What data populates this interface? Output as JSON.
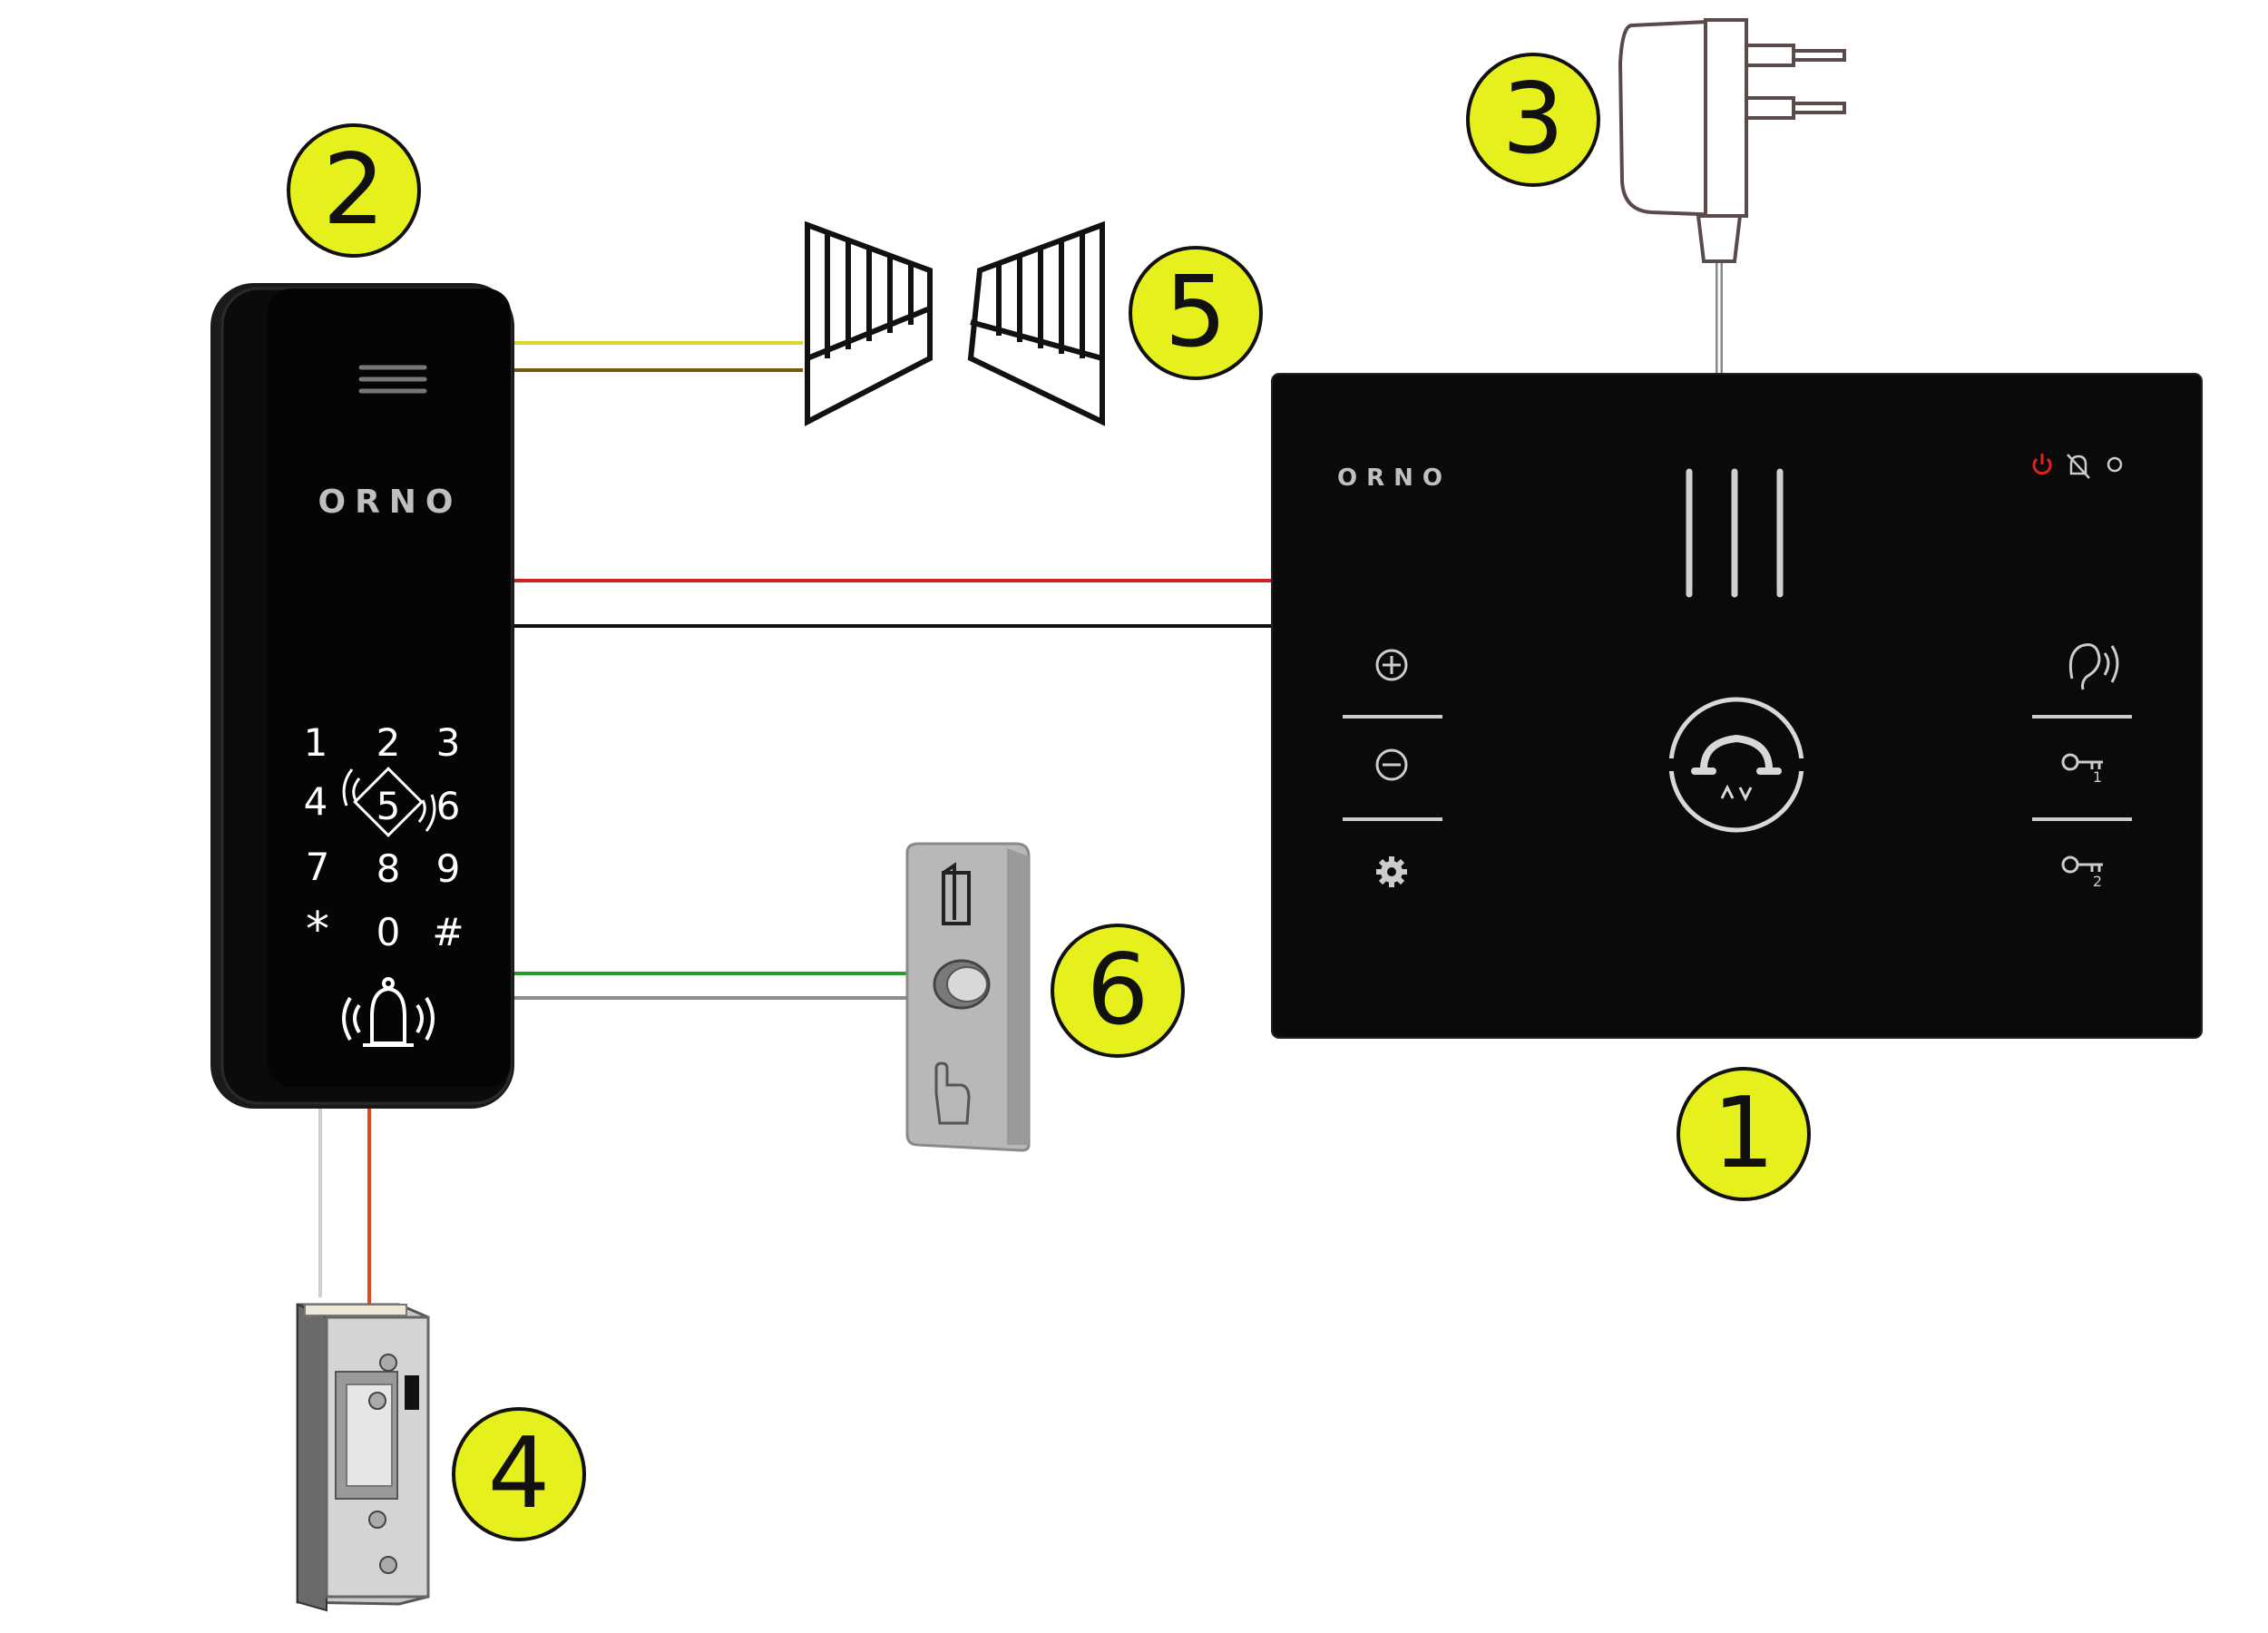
{
  "colors": {
    "badge_fill": "#e6f01c",
    "badge_stroke": "#111111",
    "device_body": "#0b0b0b",
    "wire_yellow": "#d8d82a",
    "wire_brown": "#7a5a10",
    "wire_red": "#d42020",
    "wire_black": "#111111",
    "wire_green": "#2a9a2a",
    "wire_gray": "#8c8c8c",
    "wire_white": "#cfcfcf",
    "wire_orange": "#e04a1a",
    "power_led": "#e02020"
  },
  "badges": [
    {
      "id": "monitor",
      "label": "1"
    },
    {
      "id": "door-panel",
      "label": "2"
    },
    {
      "id": "power-supply",
      "label": "3"
    },
    {
      "id": "electric-strike",
      "label": "4"
    },
    {
      "id": "gate",
      "label": "5"
    },
    {
      "id": "exit-button",
      "label": "6"
    }
  ],
  "door_panel": {
    "brand": "ORNO",
    "keypad": [
      "1",
      "2",
      "3",
      "4",
      "5",
      "6",
      "7",
      "8",
      "9",
      "*",
      "0",
      "#"
    ],
    "icons": [
      "speaker-grille-icon",
      "rfid-reader-icon",
      "bell-icon"
    ]
  },
  "monitor": {
    "brand": "ORNO",
    "status_icons": [
      "power-icon",
      "mute-icon",
      "status-led-icon"
    ],
    "left_buttons": [
      "volume-up-icon",
      "volume-down-icon",
      "settings-icon"
    ],
    "right_buttons": [
      "listen-icon",
      "key-1-icon",
      "key-2-icon"
    ],
    "key_labels": [
      "1",
      "2"
    ],
    "center_icon": "handset-icon"
  }
}
